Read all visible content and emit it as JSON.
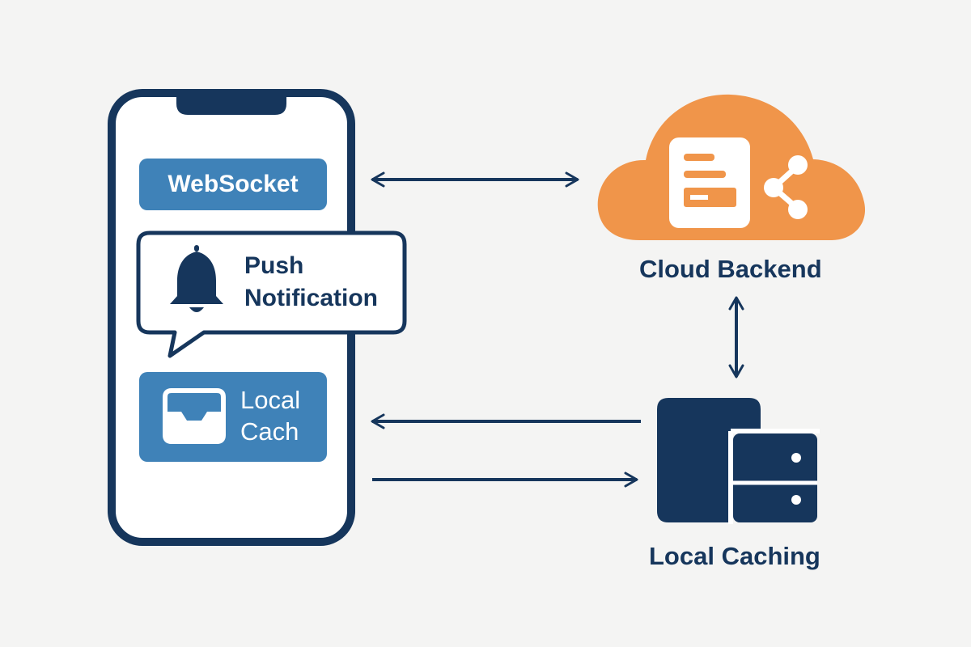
{
  "phone": {
    "websocket_label": "WebSocket",
    "push_notification_line1": "Push",
    "push_notification_line2": "Notification",
    "local_cache_line1": "Local",
    "local_cache_line2": "Cach"
  },
  "cloud": {
    "label": "Cloud Backend"
  },
  "server": {
    "label": "Local Caching"
  },
  "icons": {
    "bell": "bell-icon",
    "inbox": "inbox-tray-icon",
    "document": "document-icon",
    "share": "share-icon",
    "server": "server-icon"
  },
  "colors": {
    "navy": "#16365c",
    "blue": "#3f82b8",
    "orange": "#f0954a",
    "background": "#f4f4f3",
    "white": "#ffffff"
  }
}
